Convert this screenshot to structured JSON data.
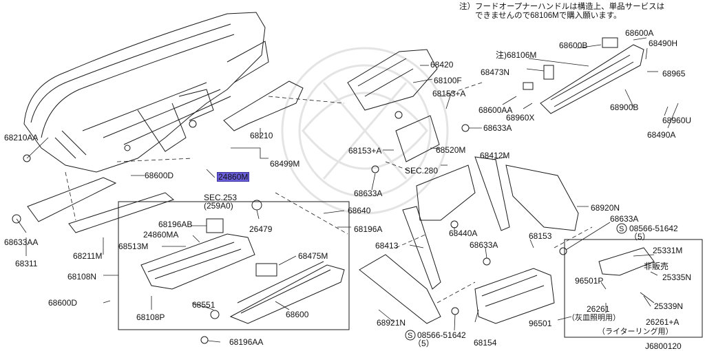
{
  "note": {
    "line1": "注）フードオープナーハンドルは構造上、単品サービスは",
    "line2": "できませんので68106Mで購入願います。"
  },
  "drawing_id": "J6800120",
  "labels": {
    "p68210AA": "68210AA",
    "p68633AA": "68633AA",
    "p68311": "68311",
    "p68211M": "68211M",
    "p68600D_top": "68600D",
    "p68210": "68210",
    "p68499M": "68499M",
    "p24860M": "24860M",
    "p68108N": "68108N",
    "p68600D_bot": "68600D",
    "p68108P": "68108P",
    "sec253": "SEC.253",
    "sec253_sub": "(259A0)",
    "p68196AB": "68196AB",
    "p24860MA": "24860MA",
    "p68513M": "68513M",
    "p26479": "26479",
    "p68640": "68640",
    "p68196A": "68196A",
    "p68475M": "68475M",
    "p68551": "68551",
    "p68600": "68600",
    "p68196AA": "68196AA",
    "p68420": "68420",
    "p68100F": "68100F",
    "p68153A_top": "68153+A",
    "p68633A_a": "68633A",
    "p68153A_mid": "68153+A",
    "sec280": "SEC.280",
    "p68520M": "68520M",
    "p68633A_b": "68633A",
    "p68412M": "68412M",
    "p68920N": "68920N",
    "p68440A": "68440A",
    "p68413": "68413",
    "p68633A_c": "68633A",
    "p68153": "68153",
    "p68633A_d": "68633A",
    "p08566_51642_a": "08566-51642",
    "qty5_a": "（5）",
    "p68921N": "68921N",
    "p08566_51642_b": "08566-51642",
    "qty5_b": "（5）",
    "p68154": "68154",
    "p96501": "96501",
    "p96501P": "96501P",
    "p26261": "26261",
    "p26261_sub": "（灰皿照明用）",
    "p26261A": "26261+A",
    "p26261A_sub": "（ライターリング用）",
    "p25331M": "25331M",
    "hihanbai": "非販売",
    "p25335N": "25335N",
    "p25339N": "25339N",
    "p68106M": "注)68106M",
    "p68473N": "68473N",
    "p68600B": "68600B",
    "p68600A": "68600A",
    "p68490H": "68490H",
    "p68965": "68965",
    "p68600AA": "68600AA",
    "p68960X": "68960X",
    "p68900B": "68900B",
    "p68960U": "68960U",
    "p68490A": "68490A"
  }
}
